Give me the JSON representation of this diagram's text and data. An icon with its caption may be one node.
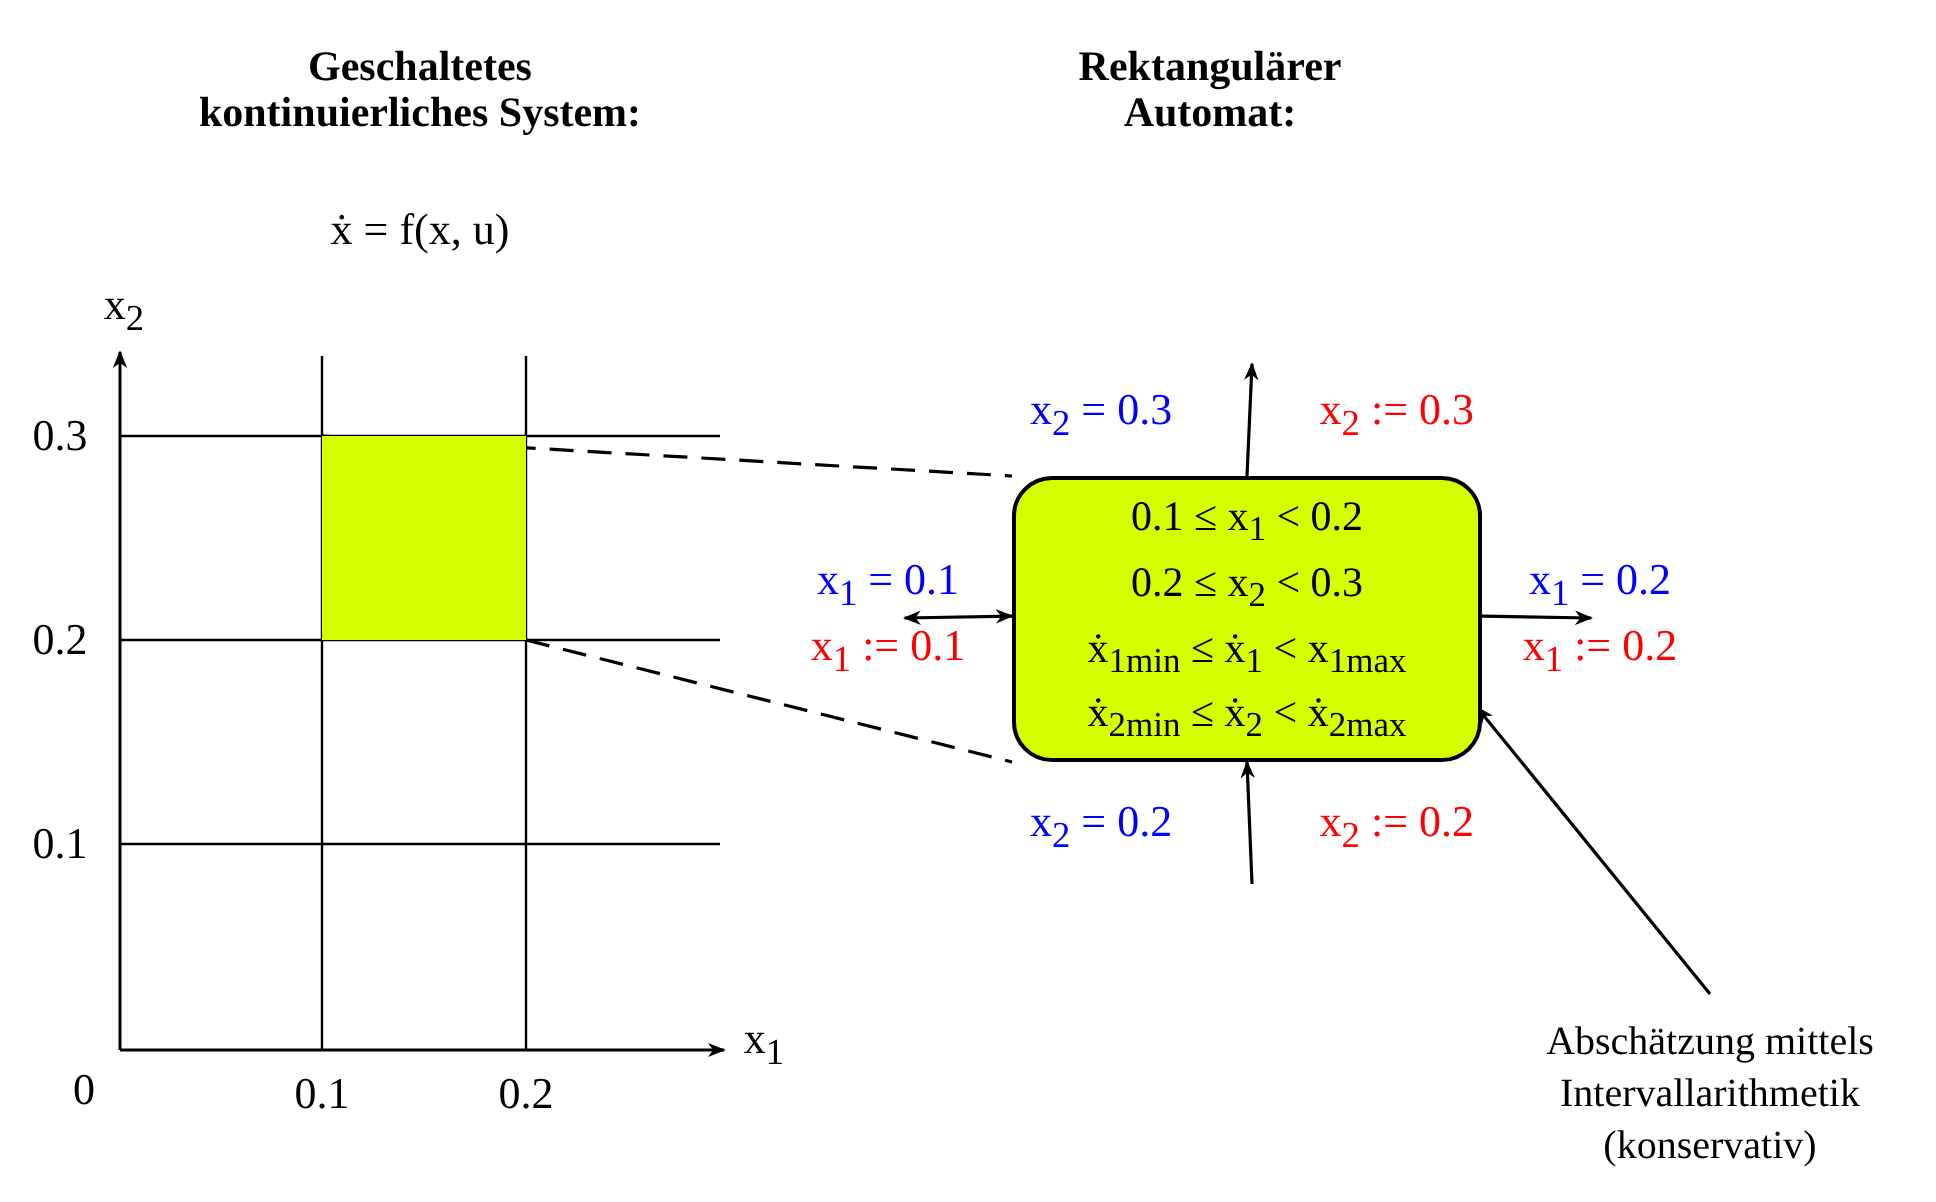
{
  "diagram": {
    "nodes": [
      {
        "text": [],
        "shape": "box"
      },
      {
        "text": [
          "0.1 ≤ x$_{1}$ < 0.2",
          "0.2 ≤ x$_{2}$ < 0.3",
          "ẋ$_{1min}$ ≤ ẋ$_{1}$ < x$_{1max}$",
          "ẋ$_{2min}$ ≤ ẋ$_{2}$ < ẋ$_{2max}$"
        ]
      },
      {
        "text": [
          "Abschätzung mittels Intervallarithmetik (konservativ)"
        ]
      },
      {
        "text": [
          "x$_{2}$ = 0.3",
          "x$_{2}$ := 0.3"
        ]
      },
      {
        "text": [
          "x$_{1}$ = 0.1",
          "x$_{1}$ := 0.1"
        ]
      },
      {
        "text": [
          "x$_{1}$ = 0.2",
          "x$_{1}$ := 0.2"
        ]
      },
      {
        "text": [
          "x$_{2}$ = 0.2",
          "x$_{2}$ := 0.2"
        ]
      }
    ],
    "edges": [
      {
        "from": 0,
        "to": 1,
        "arrow": "none",
        "style": "dashed"
      },
      {
        "from": 0,
        "to": 1,
        "arrow": "none",
        "style": "dashed"
      },
      {
        "from": 1,
        "to": 3,
        "arrow": "to"
      },
      {
        "from": 4,
        "to": 1,
        "arrow": "both"
      },
      {
        "from": 1,
        "to": 5,
        "arrow": "to"
      },
      {
        "from": 6,
        "to": 1,
        "arrow": "to"
      },
      {
        "from": 2,
        "to": 1,
        "arrow": "to"
      }
    ],
    "labels": [
      "Geschaltetes kontinuierliches System:",
      "Rektangulärer Automat:",
      "ẋ = f(x, u)",
      "x$_{2}$",
      "0.3",
      "0.2",
      "0.1",
      "x$_{1}$",
      "0",
      "0.1",
      "0.2"
    ]
  }
}
